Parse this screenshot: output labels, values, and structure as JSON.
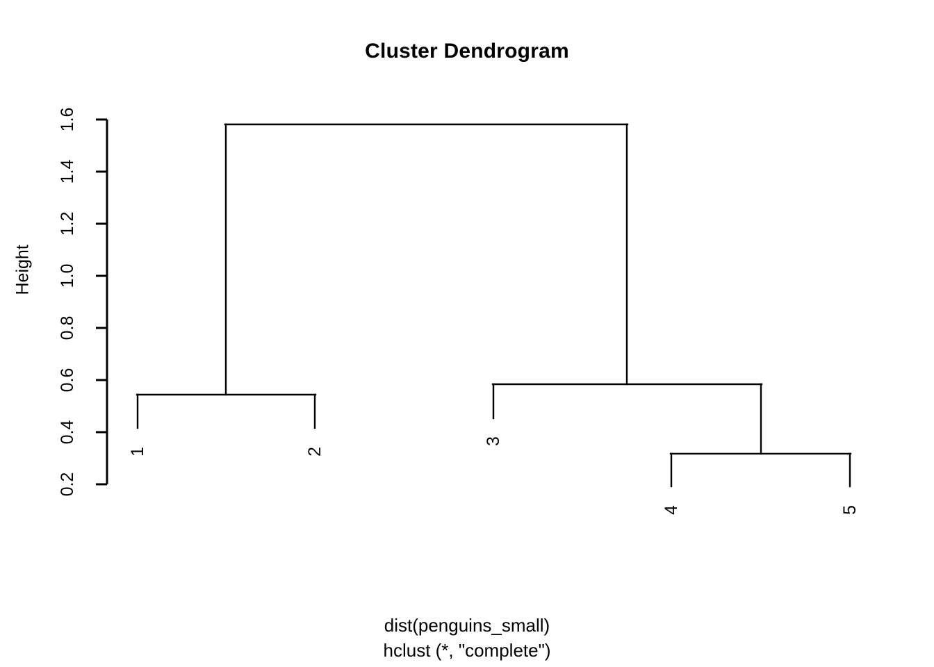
{
  "plot": {
    "title": "Cluster Dendrogram",
    "ylabel": "Height",
    "caption_line1": "dist(penguins_small)",
    "caption_line2": "hclust (*, \"complete\")",
    "line_color": "#000000",
    "background": "#ffffff"
  },
  "axis": {
    "ticks": [
      "0.2",
      "0.4",
      "0.6",
      "0.8",
      "1.0",
      "1.2",
      "1.4",
      "1.6"
    ]
  },
  "leaves": [
    {
      "label": "1"
    },
    {
      "label": "2"
    },
    {
      "label": "3"
    },
    {
      "label": "4"
    },
    {
      "label": "5"
    }
  ],
  "chart_data": {
    "type": "dendrogram",
    "title": "Cluster Dendrogram",
    "xlabel": "",
    "ylabel": "Height",
    "caption": "dist(penguins_small)\nhclust (*, \"complete\")",
    "method": "complete",
    "distance": "dist(penguins_small)",
    "n_observations": 5,
    "leaf_order": [
      "1",
      "2",
      "3",
      "4",
      "5"
    ],
    "ylim": [
      0.2,
      1.6
    ],
    "yticks": [
      0.2,
      0.4,
      0.6,
      0.8,
      1.0,
      1.2,
      1.4,
      1.6
    ],
    "grid": false,
    "legend": "none",
    "merges": [
      {
        "id": "m1",
        "left": "4",
        "right": "5",
        "height": 0.32
      },
      {
        "id": "m2",
        "left": "1",
        "right": "2",
        "height": 0.54
      },
      {
        "id": "m3",
        "left": "3",
        "right": "m1",
        "height": 0.58
      },
      {
        "id": "m4",
        "left": "m2",
        "right": "m3",
        "height": 1.58
      }
    ],
    "merge_heights": [
      0.32,
      0.54,
      0.58,
      1.58
    ]
  }
}
